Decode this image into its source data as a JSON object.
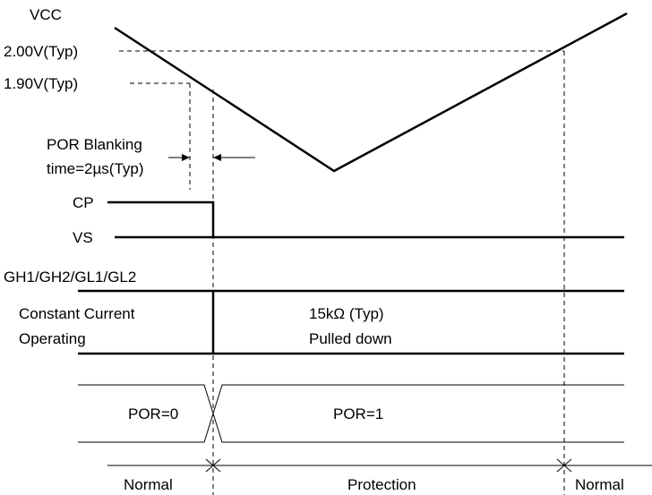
{
  "signals": {
    "vcc": "VCC",
    "cp": "CP",
    "vs": "VS",
    "gate": "GH1/GH2/GL1/GL2"
  },
  "thresholds": {
    "release": "2.00V(Typ)",
    "detect": "1.90V(Typ)"
  },
  "blanking": {
    "line1": "POR Blanking",
    "line2": "time=2µs(Typ)"
  },
  "gate_states": {
    "left_line1": "Constant Current",
    "left_line2": "Operating",
    "right_line1": "15kΩ (Typ)",
    "right_line2": "Pulled down"
  },
  "por": {
    "before": "POR=0",
    "after": "POR=1"
  },
  "modes": {
    "normal_left": "Normal",
    "protection": "Protection",
    "normal_right": "Normal"
  },
  "colors": {
    "line": "#000000",
    "background": "#ffffff"
  }
}
